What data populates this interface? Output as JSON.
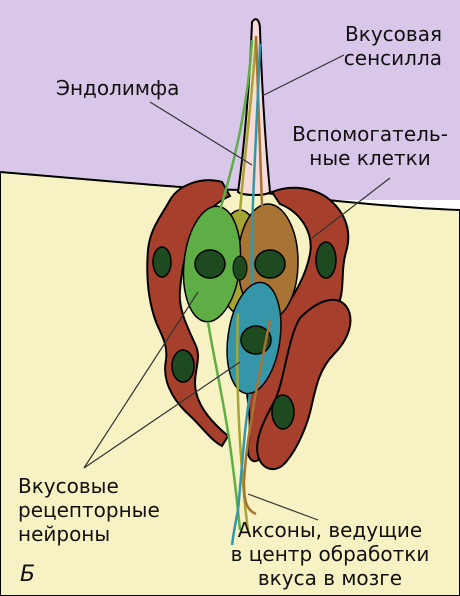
{
  "colors": {
    "endolymph": "#d9c7ea",
    "tissue": "#f7f2c4",
    "support_cell": "#a6402c",
    "nucleus": "#1e4a1f",
    "receptor_green": "#5ead45",
    "receptor_olive": "#a6a432",
    "receptor_brown": "#a87433",
    "receptor_teal": "#3496a8",
    "sensilla": "#f7dada"
  },
  "labels": {
    "sensilla": "Вкусовая\nсенсилла",
    "endolymph": "Эндолимфа",
    "support_cells": "Вспомогатель-\nные клетки",
    "receptor_neurons": "Вкусовые\nрецепторные\nнейроны",
    "axons": "Аксоны, ведущие\nв центр обработки\nвкуса в мозге",
    "panel": "Б"
  }
}
